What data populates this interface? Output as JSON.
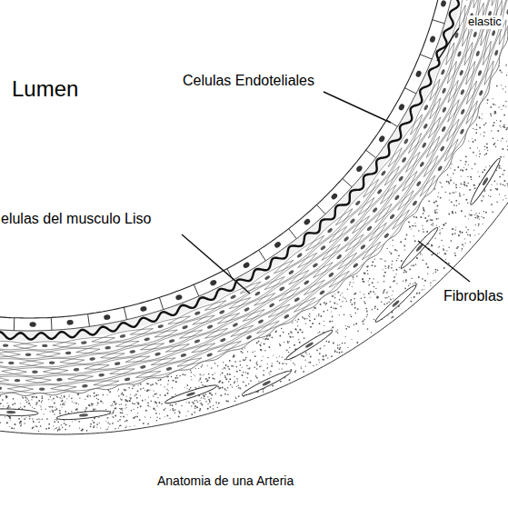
{
  "diagram": {
    "caption": "Anatomia de una Arteria",
    "labels": [
      "Lumen",
      "elastic",
      "Celulas Endoteliales",
      "elulas del musculo Liso",
      "Fibroblas"
    ]
  }
}
